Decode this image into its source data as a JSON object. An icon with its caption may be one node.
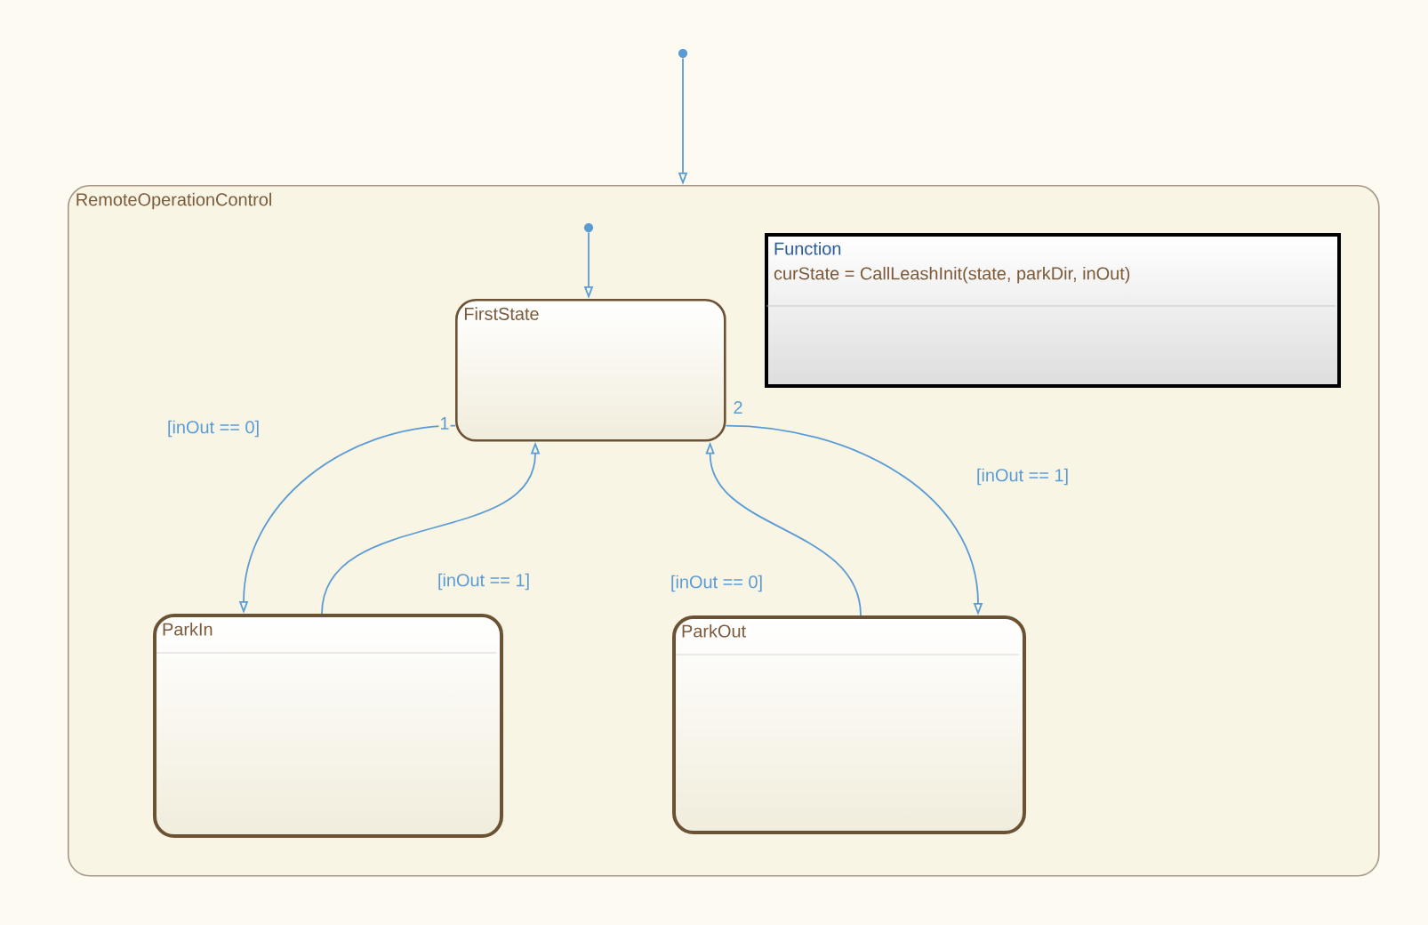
{
  "diagram": {
    "nodes": [
      {
        "text": [
          "RemoteOperationControl"
        ]
      },
      {
        "text": [
          "FirstState"
        ],
        "in": 0
      },
      {
        "text": [
          "Function",
          "curState = CallLeashInit(state, parkDir, inOut)"
        ],
        "in": 0
      },
      {
        "text": [
          "ParkIn"
        ],
        "in": 0
      },
      {
        "text": [
          "ParkOut"
        ],
        "in": 0
      },
      {
        "text": [],
        "shape": "circle"
      },
      {
        "text": [],
        "shape": "circle",
        "in": 0
      }
    ],
    "edges": [
      {
        "from": 5,
        "to": 0,
        "arrow": "to"
      },
      {
        "from": 6,
        "to": 1,
        "arrow": "to"
      },
      {
        "from": 1,
        "to": 3,
        "arrow": "to",
        "label": "[inOut == 0]"
      },
      {
        "from": 1,
        "to": 4,
        "arrow": "to",
        "label": "[inOut == 1]"
      },
      {
        "from": 3,
        "to": 1,
        "arrow": "to",
        "label": "[inOut == 1]"
      },
      {
        "from": 4,
        "to": 1,
        "arrow": "to",
        "label": "[inOut == 0]"
      }
    ],
    "labels": [
      "1",
      "2"
    ]
  }
}
